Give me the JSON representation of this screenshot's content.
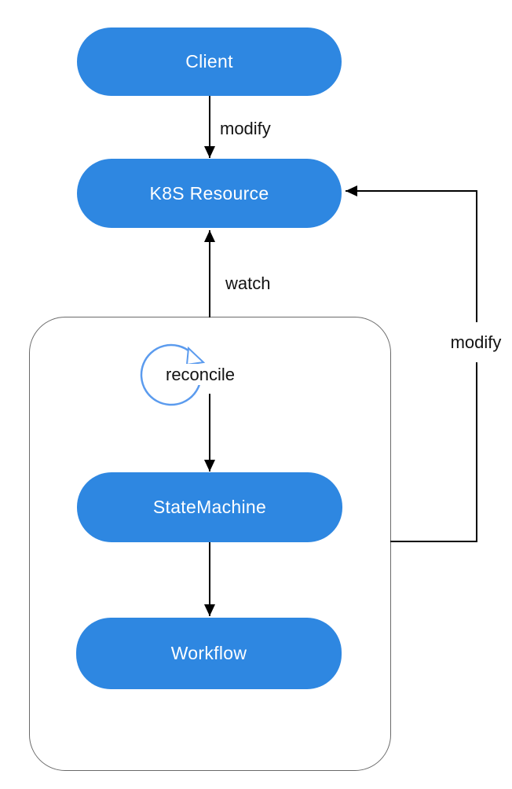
{
  "diagram": {
    "nodes": {
      "client": {
        "label": "Client"
      },
      "k8s_resource": {
        "label": "K8S Resource"
      },
      "state_machine": {
        "label": "StateMachine"
      },
      "workflow": {
        "label": "Workflow"
      }
    },
    "edges": {
      "client_modify": {
        "label": "modify",
        "from": "client",
        "to": "k8s_resource"
      },
      "watch": {
        "label": "watch",
        "from": "controller-box",
        "to": "k8s_resource"
      },
      "reconcile_loop": {
        "label": "reconcile",
        "on": "controller-box"
      },
      "controller_modify": {
        "label": "modify",
        "from": "controller-box",
        "to": "k8s_resource"
      }
    },
    "icons": {
      "reconcile_loop": "circular-arrow-clockwise-icon"
    },
    "colors": {
      "node_fill": "#2E87E1",
      "node_text": "#FFFFFF",
      "loop_stroke": "#5B9BEE",
      "arrow_stroke": "#000000",
      "container_border": "#6A6A6A",
      "label_text": "#121212",
      "background": "#FFFFFF"
    }
  }
}
